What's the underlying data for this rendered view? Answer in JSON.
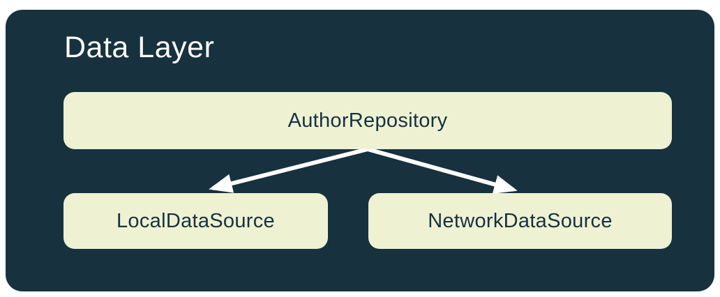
{
  "diagram": {
    "title": "Data Layer",
    "nodes": [
      {
        "id": "author-repository",
        "label": "AuthorRepository",
        "row": "top"
      },
      {
        "id": "local-data-source",
        "label": "LocalDataSource",
        "row": "bottom"
      },
      {
        "id": "network-data-source",
        "label": "NetworkDataSource",
        "row": "bottom"
      }
    ],
    "edges": [
      {
        "from": "AuthorRepository",
        "to": "LocalDataSource"
      },
      {
        "from": "AuthorRepository",
        "to": "NetworkDataSource"
      }
    ],
    "colors": {
      "canvas_background": "#ffffff",
      "container_background": "#17313e",
      "node_background": "#eef2d3",
      "node_text": "#17313e",
      "title_text": "#ffffff",
      "arrow": "#ffffff"
    }
  }
}
